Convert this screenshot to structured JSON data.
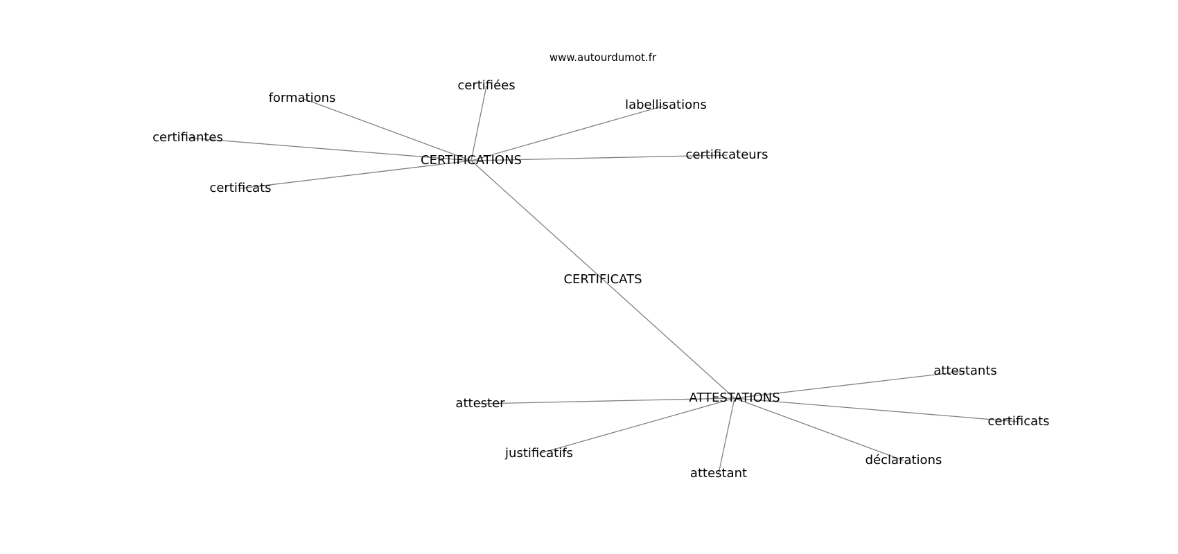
{
  "source": "www.autourdumot.fr",
  "center": {
    "id": "certificats_center",
    "label": "CERTIFICATS"
  },
  "hubs": [
    {
      "id": "certifications",
      "label": "CERTIFICATIONS"
    },
    {
      "id": "attestations",
      "label": "ATTESTATIONS"
    }
  ],
  "leaves": [
    {
      "id": "formations",
      "label": "formations",
      "hub": "certifications"
    },
    {
      "id": "certifiees",
      "label": "certifiées",
      "hub": "certifications"
    },
    {
      "id": "labellisations",
      "label": "labellisations",
      "hub": "certifications"
    },
    {
      "id": "certifiantes",
      "label": "certifiantes",
      "hub": "certifications"
    },
    {
      "id": "certificateurs",
      "label": "certificateurs",
      "hub": "certifications"
    },
    {
      "id": "certificats_a",
      "label": "certificats",
      "hub": "certifications"
    },
    {
      "id": "attestants",
      "label": "attestants",
      "hub": "attestations"
    },
    {
      "id": "attester",
      "label": "attester",
      "hub": "attestations"
    },
    {
      "id": "certificats_b",
      "label": "certificats",
      "hub": "attestations"
    },
    {
      "id": "justificatifs",
      "label": "justificatifs",
      "hub": "attestations"
    },
    {
      "id": "declarations",
      "label": "déclarations",
      "hub": "attestations"
    },
    {
      "id": "attestant",
      "label": "attestant",
      "hub": "attestations"
    }
  ]
}
